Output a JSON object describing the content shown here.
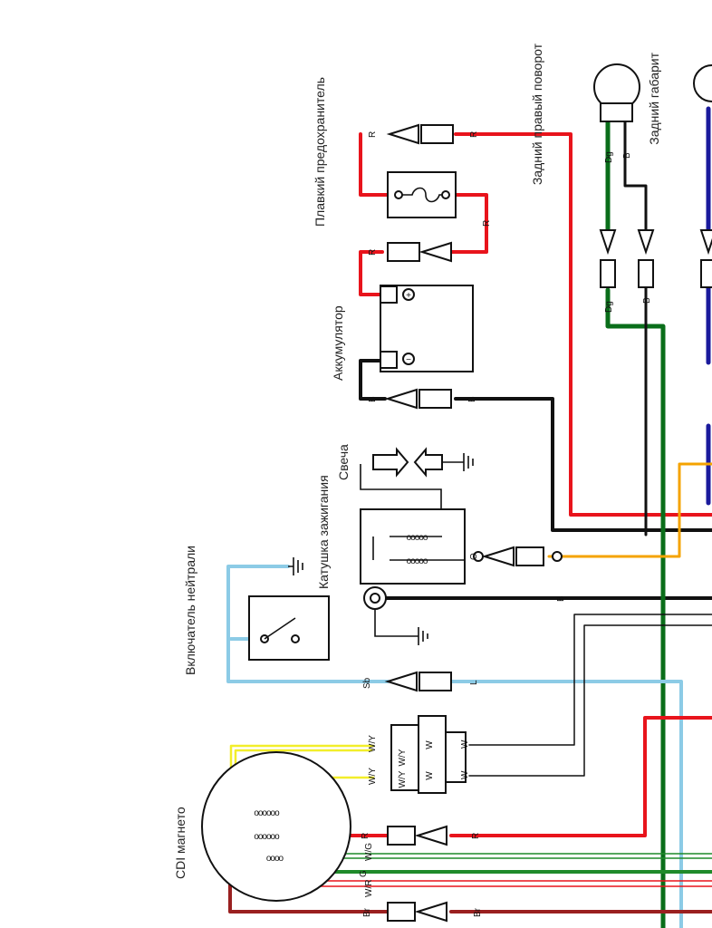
{
  "components": {
    "rear_right_turn": "Задний правый поворот",
    "rear_marker": "Задний габарит",
    "fuse": "Плавкий предохранитель",
    "battery": "Аккумулятор",
    "spark_plug": "Свеча",
    "ignition_coil": "Катушка зажигания",
    "neutral_switch": "Включатель нейтрали",
    "cdi_magneto": "CDI магнето"
  },
  "wire_codes": {
    "red": "R",
    "black": "B",
    "dark_green": "Dg",
    "orange": "O",
    "sky_blue": "Sb",
    "blue": "L",
    "white": "W",
    "white_yellow": "W/Y",
    "white_green": "W/G",
    "white_red": "W/R",
    "green": "G",
    "brown": "Br"
  },
  "colors": {
    "red": "#e8141c",
    "black": "#111111",
    "dark_green": "#0a6e1a",
    "orange": "#f5a300",
    "sky_blue": "#8ccbe6",
    "navy": "#1a1a9c",
    "yellow": "#f2ee2a",
    "brown": "#9a2020",
    "green": "#1f8a2a"
  }
}
